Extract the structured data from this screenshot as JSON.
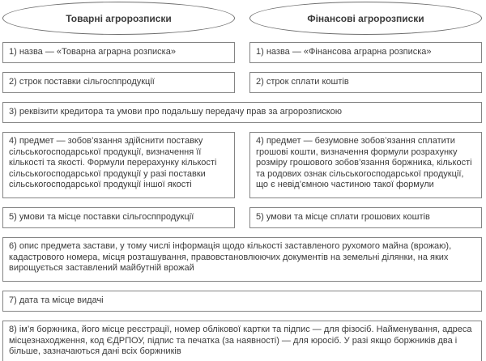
{
  "diagram": {
    "headers": {
      "left": "Товарні агророзписки",
      "right": "Фінансові агророзписки"
    },
    "rows": {
      "r1": {
        "left": "1) назва — «Товарна аграрна розписка»",
        "right": "1) назва — «Фінансова аграрна розписка»"
      },
      "r2": {
        "left": "2) строк поставки сільгосппродукції",
        "right": "2) строк сплати коштів"
      },
      "r3": {
        "full": "3) реквізити кредитора та умови про подальшу передачу прав за агророзпискою"
      },
      "r4": {
        "left": "4) предмет — зобов’язання здійснити поставку сільськогосподарської продукції, визначення її кількості та якості. Формули перерахунку кількості сільськогосподарської продукції у разі поставки сільськогосподарської продукції іншої якості",
        "right": "4) предмет — безумовне зобов’язання сплатити грошові кошти, визначення формули розрахунку розміру грошового зобов’язання боржника, кількості та родових ознак сільськогосподарської продукції, що є невід’ємною частиною такої формули"
      },
      "r5": {
        "left": "5) умови та місце поставки сільгосппродукції",
        "right": "5) умови та місце сплати грошових коштів"
      },
      "r6": {
        "full": "6) опис предмета застави, у тому числі інформація щодо кількості заставленого рухомого майна (врожаю), кадастрового номера, місця розташування, правовстановлюючих документів на земельні ділянки, на яких вирощується заставлений майбутній врожай"
      },
      "r7": {
        "full": "7) дата та місце видачі"
      },
      "r8": {
        "full": "8) ім’я боржника, його місце реєстрації, номер облікової картки та підпис — для фізосіб. Найменування, адреса місцезнаходження, код ЄДРПОУ, підпис та печатка (за наявності) — для юросіб. У разі якщо боржників два і більше, зазначаються дані всіх боржників"
      }
    },
    "colors": {
      "border": "#848484",
      "ellipse_border": "#6e6e6e",
      "text": "#3b3b3b",
      "background": "#ffffff"
    }
  }
}
